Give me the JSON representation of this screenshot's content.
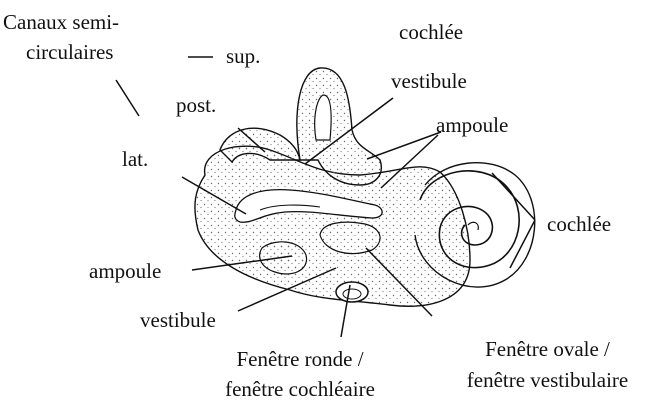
{
  "colors": {
    "ink": "#111111",
    "stipple": "#6b6b6b",
    "background": "#ffffff"
  },
  "labels": {
    "canaux_line1": "Canaux semi-",
    "canaux_line2": "circulaires",
    "sup": "sup.",
    "post": "post.",
    "lat": "lat.",
    "cochlee_top": "cochlée",
    "vestibule_top": "vestibule",
    "ampoule_right": "ampoule",
    "cochlee_right": "cochlée",
    "ampoule_left": "ampoule",
    "vestibule_bottom": "vestibule",
    "fenetre_ronde_line1": "Fenêtre ronde /",
    "fenetre_ronde_line2": "fenêtre cochléaire",
    "fenetre_ovale_line1": "Fenêtre ovale /",
    "fenetre_ovale_line2": "fenêtre vestibulaire"
  }
}
